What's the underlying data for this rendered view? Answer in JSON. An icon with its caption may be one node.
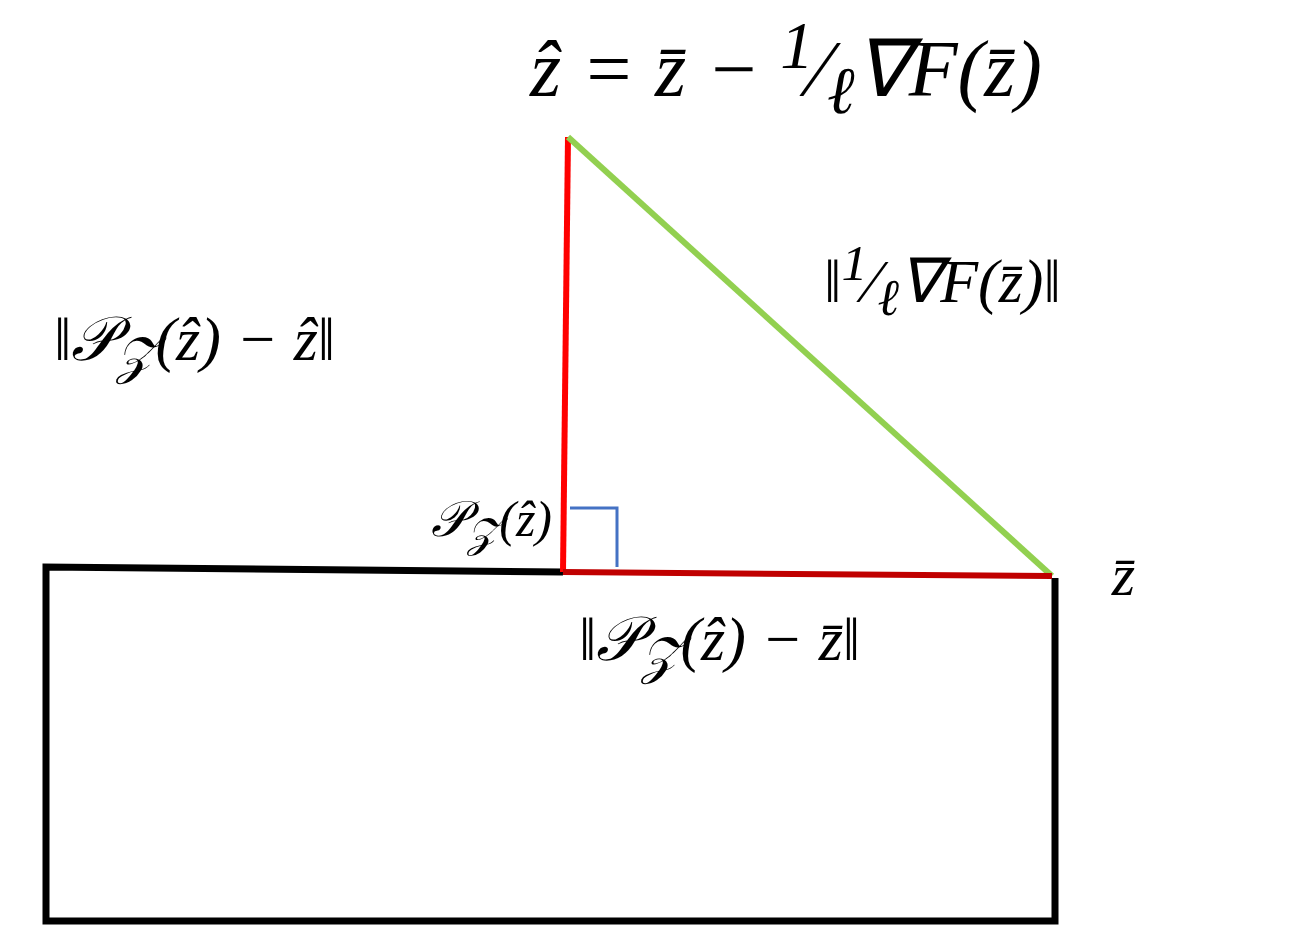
{
  "diagram": {
    "nodes": [
      {
        "text": [
          "ẑ = z̄ − $^{1}$⁄$_{ℓ}$∇F(z̄)"
        ]
      },
      {
        "text": [
          "𝒫$_{𝒵}$(ẑ)"
        ]
      },
      {
        "text": [
          "z̄"
        ]
      }
    ],
    "edges": [
      {
        "from": 0,
        "to": 1,
        "arrow": "none",
        "label": "‖𝒫$_{𝒵}$(ẑ) − ẑ‖",
        "color": "#ff0000"
      },
      {
        "from": 0,
        "to": 2,
        "arrow": "none",
        "label": "‖$^{1}$⁄$_{ℓ}$∇F(z̄)‖",
        "color": "#92d050"
      },
      {
        "from": 1,
        "to": 2,
        "arrow": "none",
        "label": "‖𝒫$_{𝒵}$(ẑ) − z̄‖",
        "color": "#c00000"
      }
    ]
  }
}
